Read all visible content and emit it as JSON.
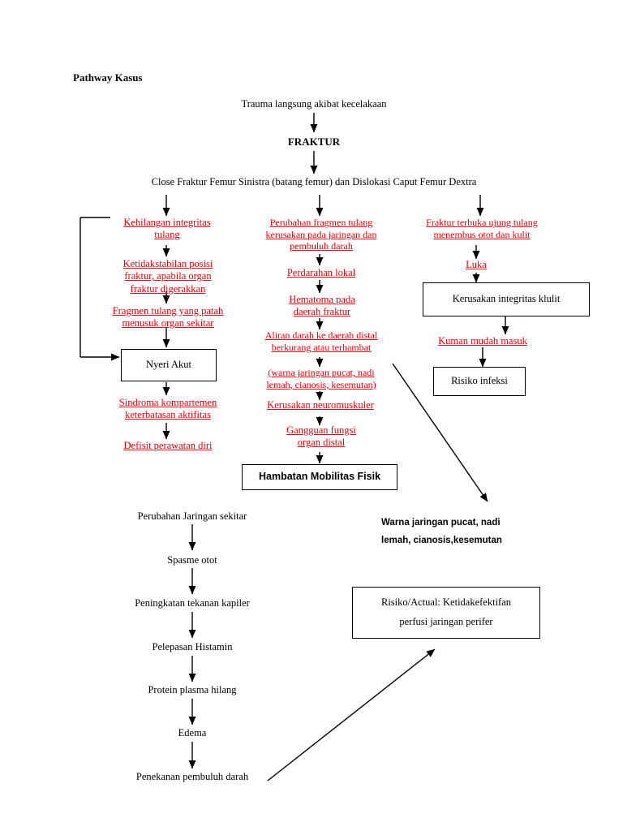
{
  "document": {
    "title": "Pathway Kasus"
  },
  "nodes": {
    "trauma": "Trauma langsung akibat kecelakaan",
    "fraktur": "FRAKTUR",
    "close_fraktur": "Close Fraktur Femur Sinistra (batang femur) dan Dislokasi Caput Femur Dextra",
    "kehilangan_integritas": "Kehilangan integritas\ntulang",
    "ketidakstabilan": "Ketidakstabilan posisi\nfraktur, apabila organ\nfraktur digerakkan",
    "fragmen_menusuk": "Fragmen tulang yang patah\nmenusuk organ sekitar",
    "nyeri_akut": "Nyeri Akut",
    "sindroma": "Sindroma kompartemen\nketerbatasan aktifitas",
    "defisit": "Defisit perawatan diri",
    "perubahan_fragmen": "Perubahan fragmen tulang\nkerusakan pada jaringan dan\npembuluh darah",
    "perdarahan": "Perdarahan lokal",
    "hematoma": "Hematoma pada\ndaerah fraktur",
    "aliran_darah": "Aliran darah ke daerah distal\nberkurang atau terhambat",
    "warna_jaringan": "(warna jaringan pucat, nadi\nlemah, cianosis, kesemutan)",
    "kerusakan_neuro": "Kerusakan neuromuskuler",
    "gangguan_fungsi": "Gangguan fungsi\norgan distal",
    "hambatan_mobilitas": "Hambatan Mobilitas Fisik",
    "fraktur_terbuka": "Fraktur terbuka ujung tulang\nmenembus otot dan kulit",
    "luka": "Luka",
    "kerusakan_integritas_kulit": "Kerusakan integritas klulit",
    "kuman": "Kuman mudah masuk",
    "risiko_infeksi": "Risiko infeksi",
    "warna_jaringan_pucat": "Warna jaringan pucat, nadi\nlemah, cianosis,kesemutan",
    "risiko_actual": "Risiko/Actual: Ketidakefektifan\nperfusi jaringan perifer",
    "perubahan_jaringan": "Perubahan Jaringan sekitar",
    "spasme": "Spasme otot",
    "peningkatan_tekanan": "Peningkatan tekanan kapiler",
    "pelepasan_histamin": "Pelepasan Histamin",
    "protein_plasma": "Protein plasma hilang",
    "edema": "Edema",
    "penekanan": "Penekanan pembuluh darah"
  },
  "colors": {
    "red_text": "#e8000d",
    "black_text": "#000000",
    "background": "#ffffff"
  }
}
